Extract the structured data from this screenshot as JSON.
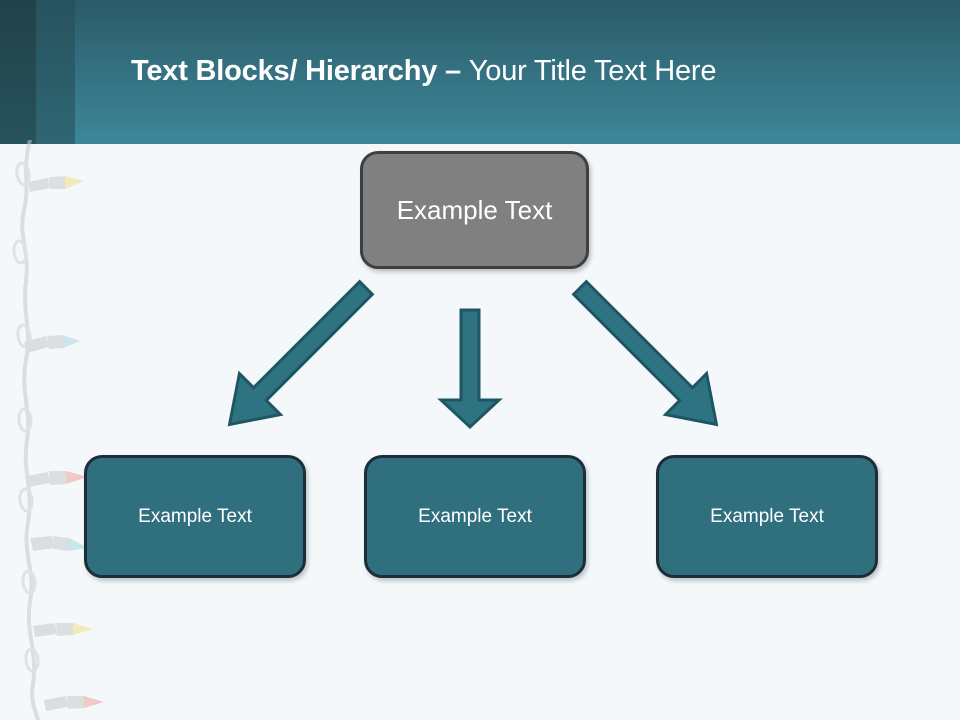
{
  "slide": {
    "background_color": "#f4f8fa",
    "header": {
      "gradient_from": "#2b5b68",
      "gradient_to": "#3d8799",
      "band_dark_color": "#214249",
      "band_mid_color": "#2f6673",
      "title_bold": "Text Blocks/ Hierarchy – ",
      "title_light": "Your Title Text Here",
      "title_color": "#ffffff"
    },
    "decor": {
      "name": "string-of-lights",
      "bulb_colors": [
        "#f0dd88",
        "#9fd4dd",
        "#efa09c",
        "#9fd4dd",
        "#f0dd88",
        "#efa09c",
        "#efa09c"
      ],
      "wire_color": "#c9cdcd"
    },
    "diagram": {
      "type": "hierarchy",
      "root": {
        "label": "Example Text",
        "fill": "#808080",
        "border": "#3f3f3f"
      },
      "children": [
        {
          "label": "Example Text",
          "fill": "#2f6f7e",
          "border": "#1d2e38"
        },
        {
          "label": "Example Text",
          "fill": "#2f6f7e",
          "border": "#1d2e38"
        },
        {
          "label": "Example Text",
          "fill": "#2f6f7e",
          "border": "#1d2e38"
        }
      ],
      "connectors": [
        {
          "name": "arrow-down-left",
          "fill": "#2e7382",
          "stroke": "#1e5663"
        },
        {
          "name": "arrow-down",
          "fill": "#2e7382",
          "stroke": "#1e5663"
        },
        {
          "name": "arrow-down-right",
          "fill": "#2e7382",
          "stroke": "#1e5663"
        }
      ]
    }
  }
}
